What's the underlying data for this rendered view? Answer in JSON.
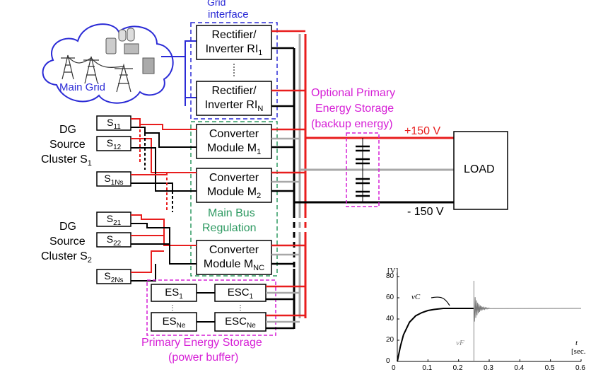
{
  "grid": {
    "interface_label": "Grid interface",
    "main_grid": "Main Grid",
    "rectifier_1": "Rectifier/ Inverter RI1",
    "rectifier_n": "Rectifier/ Inverter RIN"
  },
  "clusters": {
    "s1": {
      "title_1": "DG",
      "title_2": "Source",
      "title_3": "Cluster S1",
      "box_1": "S11",
      "box_2": "S12",
      "box_n": "S1Ns"
    },
    "s2": {
      "title_1": "DG",
      "title_2": "Source",
      "title_3": "Cluster S2",
      "box_1": "S21",
      "box_2": "S22",
      "box_n": "S2Ns"
    }
  },
  "converters": {
    "m1": "Converter Module M1",
    "m2": "Converter Module M2",
    "mnc": "Converter Module MNC"
  },
  "bus": {
    "label": "Main Bus Regulation",
    "pos": "+150 V",
    "neg": "- 150 V",
    "load": "LOAD"
  },
  "optional_storage": "Optional Primary Energy Storage (backup energy)",
  "primary_storage": {
    "label": "Primary Energy Storage (power buffer)",
    "es1": "ES1",
    "esc1": "ESC1",
    "esne": "ESNe",
    "escne": "ESCNe"
  },
  "colors": {
    "pos": "#e81d1d",
    "neg": "#000000",
    "neutral": "#a8a8a8",
    "grid_box": "#2b2bd6",
    "bus_box": "#2e9a62",
    "storage": "#d61fd6"
  },
  "chart_data": {
    "type": "line",
    "ylabel": "[V]",
    "xlabel": "t [sec.]",
    "xlim": [
      0,
      0.6
    ],
    "ylim": [
      0,
      80
    ],
    "xticks": [
      "0",
      "0.1",
      "0.2",
      "0.3",
      "0.4",
      "0.5",
      "0.6"
    ],
    "yticks": [
      "0",
      "20",
      "40",
      "60",
      "80"
    ],
    "series": [
      {
        "name": "vC",
        "x": [
          0,
          0.01,
          0.02,
          0.04,
          0.06,
          0.08,
          0.1,
          0.12,
          0.15,
          0.2,
          0.25
        ],
        "y": [
          0,
          14,
          25,
          37,
          43,
          46,
          48,
          49,
          50,
          50,
          50
        ]
      },
      {
        "name": "vF",
        "x": [
          0.25,
          0.6
        ],
        "y": [
          50,
          50
        ]
      }
    ],
    "event_x": 0.25
  }
}
